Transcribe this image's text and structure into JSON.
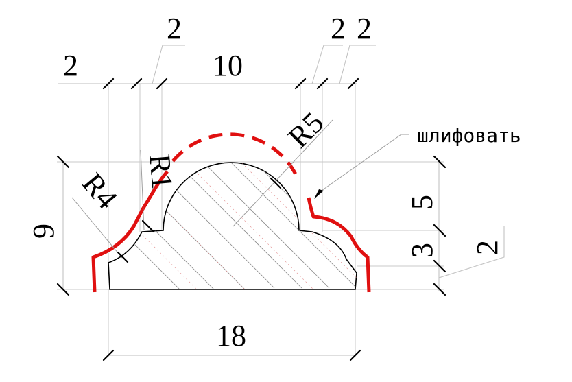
{
  "drawing": {
    "dims": {
      "top_left_2": "2",
      "top_upper_2": "2",
      "top_10": "10",
      "top_right_2a": "2",
      "top_right_2b": "2",
      "radius_r5": "R5",
      "radius_r1": "R1",
      "radius_r4": "R4",
      "height_9": "9",
      "right_5": "5",
      "right_3": "3",
      "right_2": "2",
      "bottom_18": "18"
    },
    "note": "шлифовать",
    "colors": {
      "outline": "#000000",
      "finish_line": "#e01010",
      "dimension": "#bdbdbd"
    }
  }
}
